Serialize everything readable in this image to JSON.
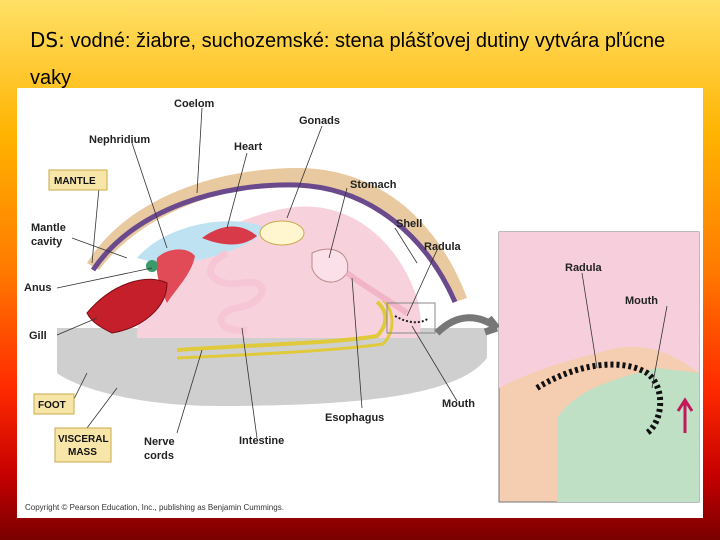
{
  "slide": {
    "title_prefix": "DS:",
    "title_text": " vodné: žiabre, suchozemské: stena plášťovej dutiny vytvára pľúcne vaky"
  },
  "figure": {
    "labels": {
      "coelom": "Coelom",
      "gonads": "Gonads",
      "nephridium": "Nephridium",
      "heart": "Heart",
      "mantle": "MANTLE",
      "stomach": "Stomach",
      "mantle_cavity_1": "Mantle",
      "mantle_cavity_2": "cavity",
      "shell": "Shell",
      "radula": "Radula",
      "anus": "Anus",
      "gill": "Gill",
      "foot": "FOOT",
      "visceral_1": "VISCERAL",
      "visceral_2": "MASS",
      "nerve_1": "Nerve",
      "nerve_2": "cords",
      "intestine": "Intestine",
      "esophagus": "Esophagus",
      "mouth": "Mouth",
      "inset_radula": "Radula",
      "inset_mouth": "Mouth"
    },
    "copyright": "Copyright © Pearson Education, Inc., publishing as Benjamin Cummings."
  }
}
